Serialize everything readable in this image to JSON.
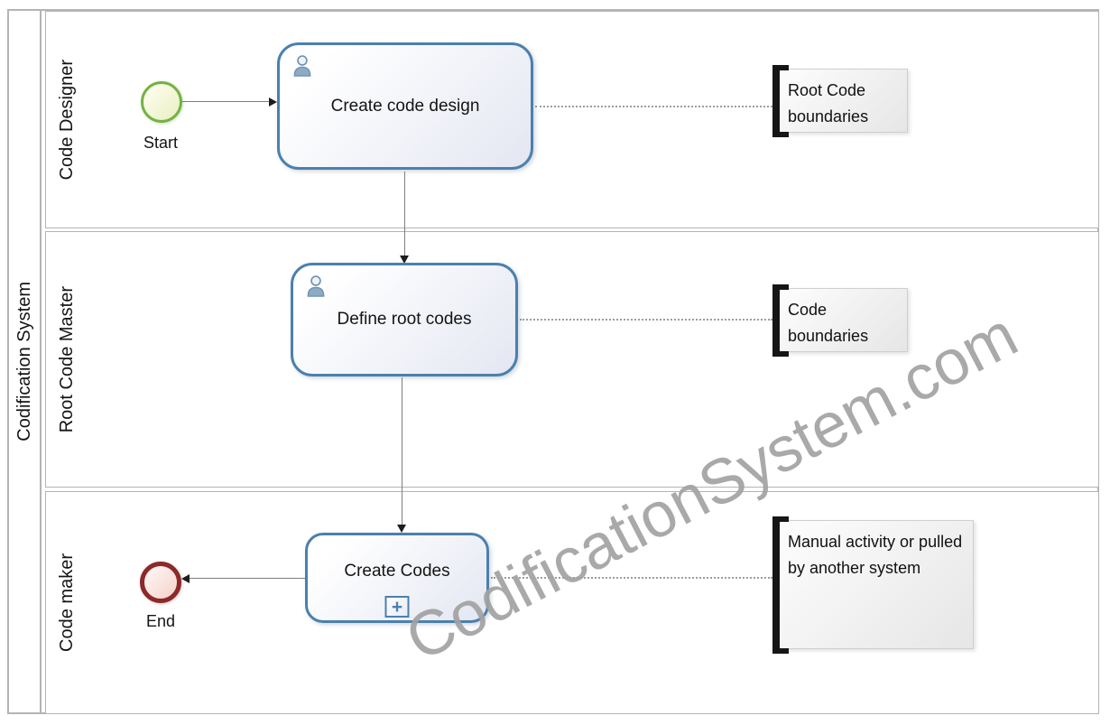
{
  "pool": {
    "label": "Codification System"
  },
  "lanes": [
    {
      "label": "Code Designer"
    },
    {
      "label": "Root Code Master"
    },
    {
      "label": "Code maker"
    }
  ],
  "events": {
    "start": {
      "label": "Start"
    },
    "end": {
      "label": "End"
    }
  },
  "tasks": [
    {
      "label": "Create code design",
      "type": "user-task"
    },
    {
      "label": "Define root codes",
      "type": "user-task"
    },
    {
      "label": "Create Codes",
      "type": "collapsed-subprocess",
      "marker": "+"
    }
  ],
  "annotations": [
    {
      "text": "Root Code boundaries"
    },
    {
      "text": "Code boundaries"
    },
    {
      "text": "Manual activity or pulled by another system"
    }
  ],
  "watermark": {
    "text": "CodificationSystem.com"
  },
  "colors": {
    "task_border": "#4b80ad",
    "task_fill_end": "#e3e6f2",
    "start_border": "#72b341",
    "start_fill": "#e9efc1",
    "end_border": "#8d292b",
    "end_fill": "#f5d2ca",
    "lane_border": "#b4b4b4",
    "annotation_bracket": "#161616",
    "annotation_fill": "#e6e6e6",
    "watermark_gray": "#a2a2a2"
  }
}
